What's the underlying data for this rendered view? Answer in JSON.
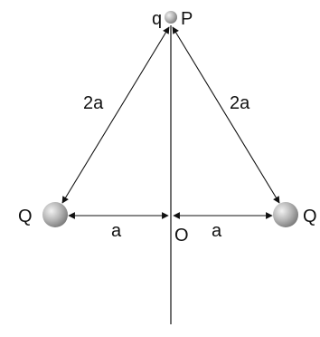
{
  "diagram": {
    "charge_q_label": "q",
    "point_p_label": "P",
    "left_charge_label": "Q",
    "right_charge_label": "Q",
    "origin_label": "O",
    "left_slant_label": "2a",
    "right_slant_label": "2a",
    "left_half_base_label": "a",
    "right_half_base_label": "a"
  }
}
